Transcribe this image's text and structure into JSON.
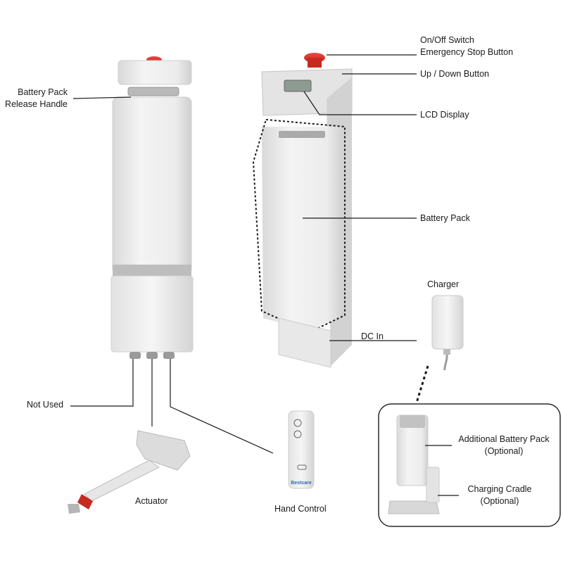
{
  "labels": {
    "battery_release_line1": "Battery Pack",
    "battery_release_line2": "Release Handle",
    "onoff_line1": "On/Off Switch",
    "onoff_line2": "Emergency Stop Button",
    "up_down": "Up / Down Button",
    "lcd_display": "LCD Display",
    "battery_pack": "Battery Pack",
    "charger": "Charger",
    "dc_in": "DC In",
    "not_used": "Not Used",
    "actuator": "Actuator",
    "hand_control": "Hand Control",
    "additional_battery_line1": "Additional Battery Pack",
    "additional_battery_line2": "(Optional)",
    "charging_cradle_line1": "Charging Cradle",
    "charging_cradle_line2": "(Optional)"
  },
  "hand_control_brand": "Bestcare",
  "colors": {
    "device_body": "#ececec",
    "device_shadow": "#c9c9c9",
    "stop_button": "#d8312b",
    "line": "#1a1a1a",
    "brand_text": "#2a6fb0"
  }
}
